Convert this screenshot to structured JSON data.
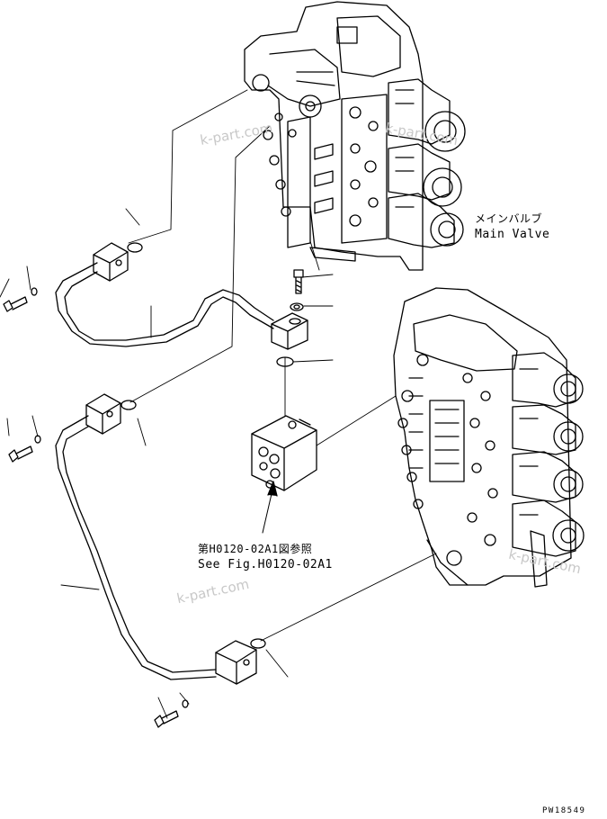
{
  "labels": {
    "main_valve_jp": "メインバルブ",
    "main_valve_en": "Main Valve",
    "see_fig_jp": "第H0120-02A1図参照",
    "see_fig_en": "See Fig.H0120-02A1",
    "drawing_code": "PW18549"
  },
  "watermarks": [
    "k-part.com",
    "k-part.com",
    "k-part.com",
    "k-part.com"
  ]
}
